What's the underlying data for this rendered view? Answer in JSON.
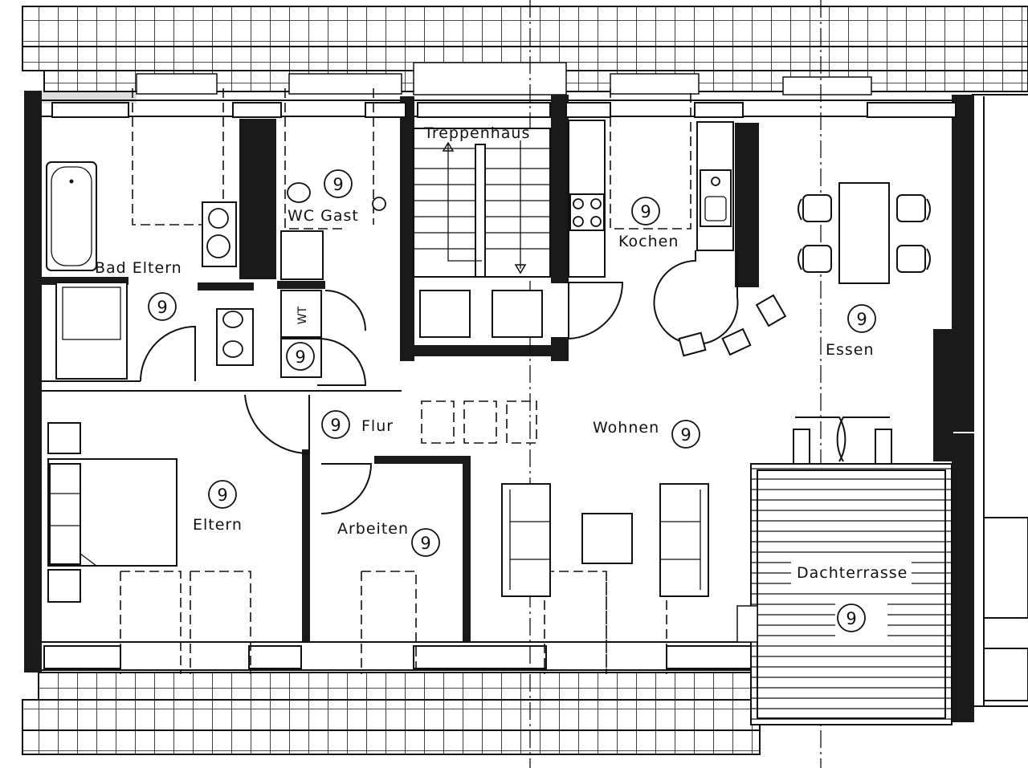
{
  "plan": {
    "rooms": {
      "bad_eltern": "Bad Eltern",
      "wc_gast": "WC Gast",
      "treppenhaus": "Treppenhaus",
      "kochen": "Kochen",
      "essen": "Essen",
      "flur": "Flur",
      "wohnen": "Wohnen",
      "eltern": "Eltern",
      "arbeiten": "Arbeiten",
      "dachterrasse": "Dachterrasse"
    },
    "fixtures": {
      "wt": "WT"
    },
    "room_number": "9"
  }
}
